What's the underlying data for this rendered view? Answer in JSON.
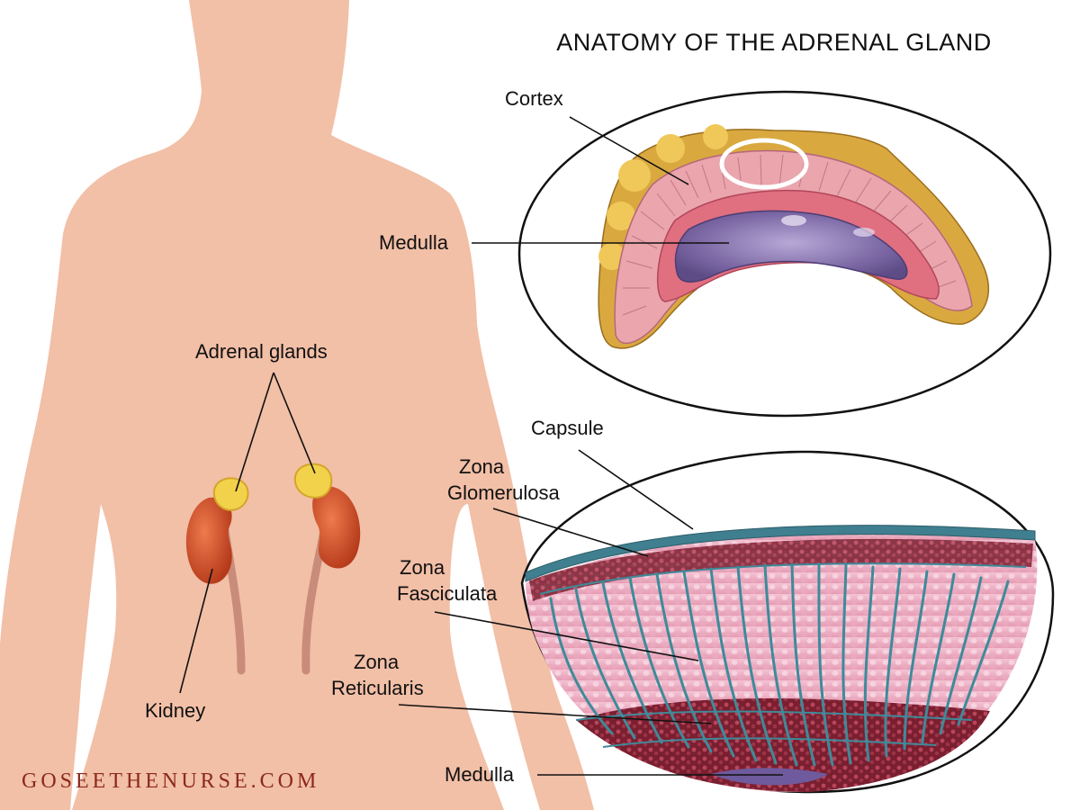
{
  "title": "ANATOMY OF THE ADRENAL GLAND",
  "labels": {
    "cortex": "Cortex",
    "medulla_top": "Medulla",
    "adrenal_glands": "Adrenal glands",
    "kidney": "Kidney",
    "capsule": "Capsule",
    "zona_glomerulosa": [
      "Zona",
      "Glomerulosa"
    ],
    "zona_fasciculata": [
      "Zona",
      "Fasciculata"
    ],
    "zona_reticularis": [
      "Zona",
      "Reticularis"
    ],
    "medulla_bottom": "Medulla"
  },
  "watermark": "GOSEETHENURSE.COM",
  "colors": {
    "skin": "#f2bfa7",
    "cortex_outer": "#c99a3a",
    "cortex_inner": "#e9a6a8",
    "medulla": "#8a76b0",
    "capsule": "#3f7f8f",
    "cells": "#f2b9cb",
    "reticularis": "#8e2c3c",
    "kidney": "#d4552b",
    "adrenal": "#f2d24b",
    "watermark": "#8b2a1c"
  }
}
